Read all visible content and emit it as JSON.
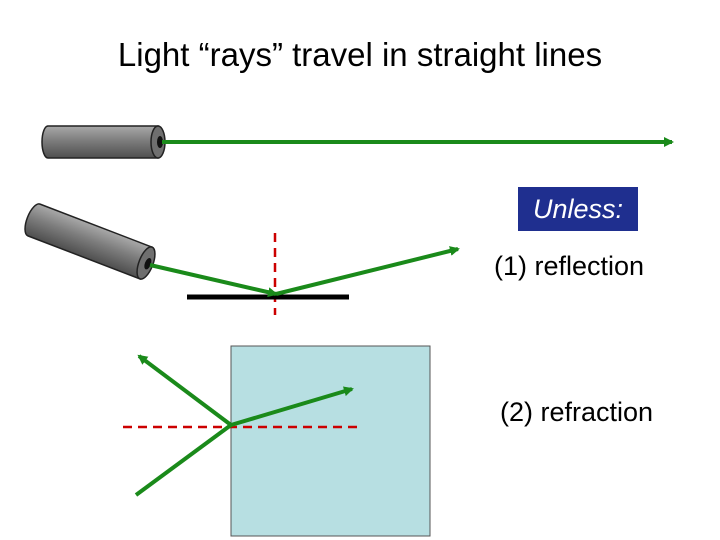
{
  "slide": {
    "title": "Light “rays” travel in straight lines",
    "unless_label": "Unless:",
    "reflection_label": "(1) reflection",
    "refraction_label": "(2) refraction"
  },
  "colors": {
    "ray": "#1a8a1a",
    "normal_line": "#cc0000",
    "mirror": "#000000",
    "glass_block": "#b7dfe2",
    "flashlight_body": "#7a7a7a",
    "unless_box": "#1f2f8f"
  }
}
